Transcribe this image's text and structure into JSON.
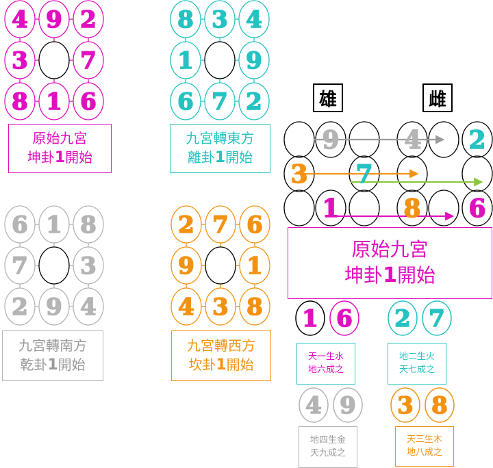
{
  "colors": {
    "magenta": "#e010c0",
    "teal": "#25c2c2",
    "gray": "#b4b4b4",
    "orange": "#f39212",
    "green": "#8cc83c",
    "arrow_gray": "#9a9a9a"
  },
  "grids": [
    {
      "id": "kun-start",
      "color": "magenta",
      "cells": [
        "4",
        "9",
        "2",
        "3",
        "",
        "7",
        "8",
        "1",
        "6"
      ],
      "label_line1": "原始九宮",
      "label_pre": "坤卦",
      "label_num": "1",
      "label_post": "開始"
    },
    {
      "id": "east",
      "color": "teal",
      "cells": [
        "8",
        "3",
        "4",
        "1",
        "",
        "9",
        "6",
        "7",
        "2"
      ],
      "label_line1": "九宮轉東方",
      "label_pre": "離卦",
      "label_num": "1",
      "label_post": "開始"
    },
    {
      "id": "south",
      "color": "gray",
      "cells": [
        "6",
        "1",
        "8",
        "7",
        "",
        "3",
        "2",
        "9",
        "4"
      ],
      "label_line1": "九宮轉南方",
      "label_pre": "乾卦",
      "label_num": "1",
      "label_post": "開始"
    },
    {
      "id": "west",
      "color": "orange",
      "cells": [
        "2",
        "7",
        "6",
        "9",
        "",
        "1",
        "4",
        "3",
        "8"
      ],
      "label_line1": "九宮轉西方",
      "label_pre": "坎卦",
      "label_num": "1",
      "label_post": "開始"
    }
  ],
  "male_label": "雄",
  "female_label": "雌",
  "big_numbers": [
    {
      "value": "9",
      "color": "gray",
      "row": 0,
      "col": 1
    },
    {
      "value": "4",
      "color": "gray",
      "row": 0,
      "col": 4
    },
    {
      "value": "2",
      "color": "teal",
      "row": 0,
      "col": 6
    },
    {
      "value": "3",
      "color": "orange",
      "row": 1,
      "col": 0
    },
    {
      "value": "7",
      "color": "teal",
      "row": 1,
      "col": 2
    },
    {
      "value": "1",
      "color": "magenta",
      "row": 2,
      "col": 1
    },
    {
      "value": "8",
      "color": "orange",
      "row": 2,
      "col": 4
    },
    {
      "value": "6",
      "color": "magenta",
      "row": 2,
      "col": 6
    }
  ],
  "big_label": {
    "line1": "原始九宮",
    "pre": "坤卦",
    "num": "1",
    "post": "開始"
  },
  "pairs": [
    {
      "id": "p16",
      "a": "1",
      "b": "6",
      "num_color": "magenta",
      "circle_a": "#000000",
      "circle_b": "magenta",
      "line1": "天一生水",
      "line2": "地六成之",
      "box_color": "teal",
      "text_color": "magenta"
    },
    {
      "id": "p27",
      "a": "2",
      "b": "7",
      "num_color": "teal",
      "circle_a": "teal",
      "circle_b": "teal",
      "line1": "地二生火",
      "line2": "天七成之",
      "box_color": "teal",
      "text_color": "teal"
    },
    {
      "id": "p49",
      "a": "4",
      "b": "9",
      "num_color": "gray",
      "circle_a": "gray",
      "circle_b": "gray",
      "line1": "地四生金",
      "line2": "天九成之",
      "box_color": "gray",
      "text_color": "gray"
    },
    {
      "id": "p38",
      "a": "3",
      "b": "8",
      "num_color": "orange",
      "circle_a": "orange",
      "circle_b": "orange",
      "line1": "天三生木",
      "line2": "地八成之",
      "box_color": "orange",
      "text_color": "orange"
    }
  ]
}
